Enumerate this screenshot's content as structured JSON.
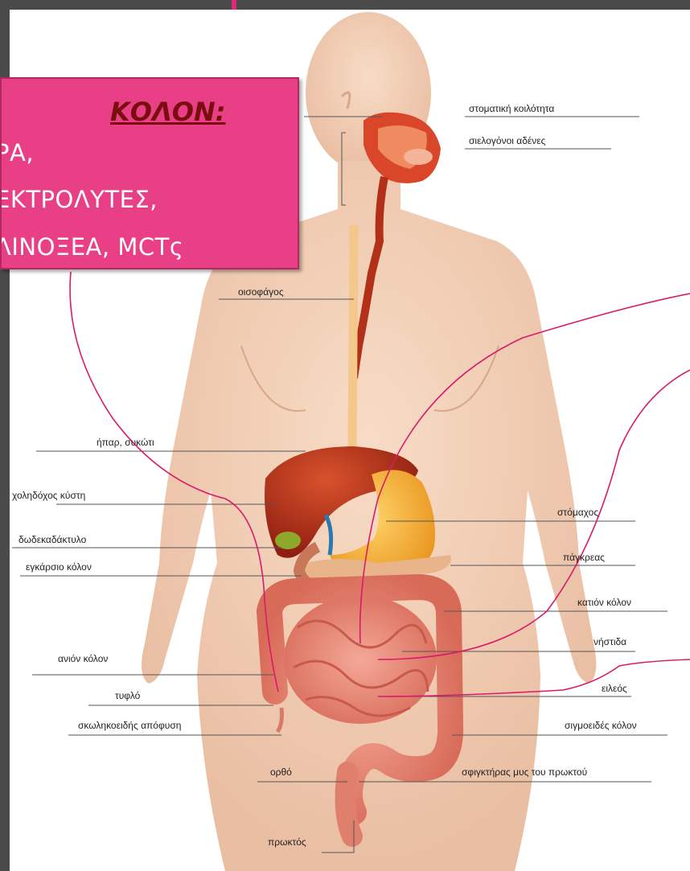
{
  "callout": {
    "title": "ΚΟΛΟΝ:",
    "lines": [
      "ΡΑ,",
      "ΕΚΤΡΟΛΥΤΕΣ,",
      "ΛΙΝΟΞΕΑ, MCTς"
    ]
  },
  "labels": {
    "mouth": "στοματική κοιλότητα",
    "salivary": "σιελογόνοι αδένες",
    "esophagus": "οισοφάγος",
    "liver": "ήπαρ, συκώτι",
    "gallbladder": "χοληδόχος κύστη",
    "duodenum": "δωδεκαδάκτυλο",
    "transverse_colon": "εγκάρσιο κόλον",
    "stomach": "στόμαχος",
    "pancreas": "πάγκρεας",
    "descending_colon": "κατιόν κόλον",
    "jejunum": "νήστιδα",
    "ascending_colon": "ανιόν κόλον",
    "ileum": "ειλεός",
    "cecum": "τυφλό",
    "appendix": "σκωληκοειδής απόφυση",
    "sigmoid": "σιγμοειδές κόλον",
    "rectum": "ορθό",
    "sphincter": "σφιγκτήρας μυς του πρωκτού",
    "anus": "πρωκτός"
  },
  "colors": {
    "frame": "#4a4a4a",
    "accent": "#e0287a",
    "callout_bg": "#e83f86",
    "callout_title": "#7a0d0d",
    "skin": "#f2cdb5",
    "intestine": "#e88a78",
    "liver": "#b8321c",
    "stomach": "#f0a52a",
    "pointer": "#d81b6a"
  }
}
